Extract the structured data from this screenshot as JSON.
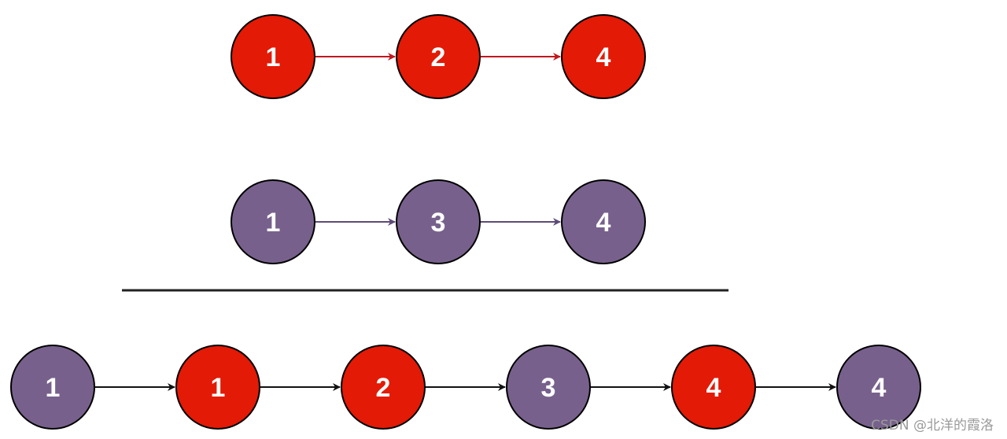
{
  "colors": {
    "red_node": "#e31a06",
    "purple_node": "#77618c",
    "red_edge": "#c0181f",
    "purple_edge": "#5d4a78",
    "black_edge": "#111111",
    "divider": "#222222"
  },
  "list1": {
    "nodes": [
      {
        "label": "1",
        "color": "red"
      },
      {
        "label": "2",
        "color": "red"
      },
      {
        "label": "4",
        "color": "red"
      }
    ],
    "edge_color": "red"
  },
  "list2": {
    "nodes": [
      {
        "label": "1",
        "color": "purple"
      },
      {
        "label": "3",
        "color": "purple"
      },
      {
        "label": "4",
        "color": "purple"
      }
    ],
    "edge_color": "purple"
  },
  "merged": {
    "nodes": [
      {
        "label": "1",
        "color": "purple"
      },
      {
        "label": "1",
        "color": "red"
      },
      {
        "label": "2",
        "color": "red"
      },
      {
        "label": "3",
        "color": "purple"
      },
      {
        "label": "4",
        "color": "red"
      },
      {
        "label": "4",
        "color": "purple"
      }
    ],
    "edge_color": "black"
  },
  "watermark": "CSDN @北洋的霞洛"
}
